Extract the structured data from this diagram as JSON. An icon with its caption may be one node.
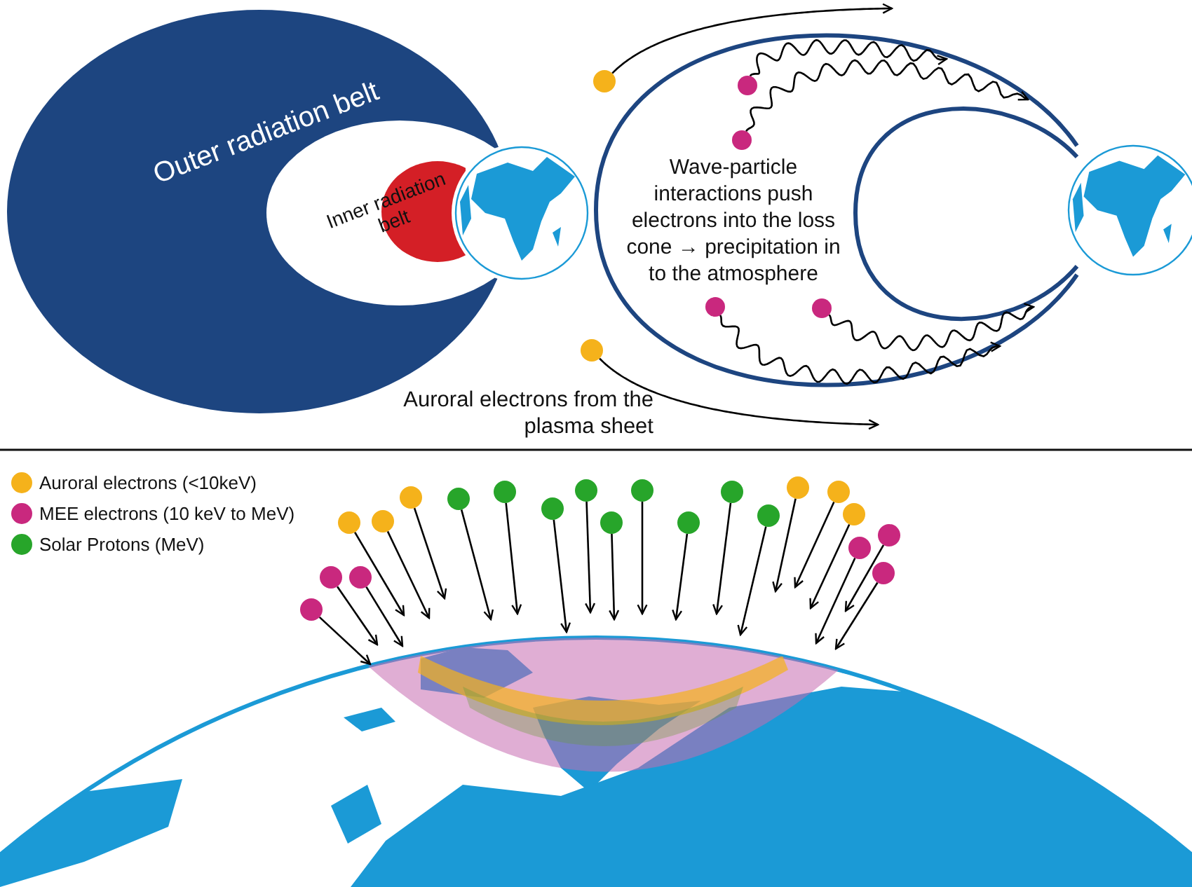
{
  "diagram": {
    "nodes": [
      {
        "text": [
          "Outer radiation belt"
        ]
      },
      {
        "text": [
          "Inner radiation belt"
        ],
        "in": 0
      },
      {
        "text": [],
        "shape": "circle"
      },
      {
        "text": [],
        "shape": "circle"
      },
      {
        "text": [],
        "shape": "circle"
      },
      {
        "text": [],
        "shape": "circle"
      },
      {
        "text": [],
        "shape": "circle"
      },
      {
        "text": [],
        "shape": "circle"
      },
      {
        "text": [],
        "shape": "circle"
      },
      {
        "text": [],
        "shape": "circle"
      },
      {
        "text": [],
        "shape": "circle"
      },
      {
        "text": [],
        "shape": "circle"
      },
      {
        "text": [],
        "shape": "circle"
      },
      {
        "text": [],
        "shape": "circle"
      },
      {
        "text": [],
        "shape": "circle"
      },
      {
        "text": [],
        "shape": "circle"
      },
      {
        "text": [],
        "shape": "circle"
      },
      {
        "text": [],
        "shape": "circle"
      },
      {
        "text": [],
        "shape": "circle"
      },
      {
        "text": [],
        "shape": "circle"
      },
      {
        "text": [],
        "shape": "circle"
      },
      {
        "text": [],
        "shape": "circle"
      },
      {
        "text": [],
        "shape": "circle"
      },
      {
        "text": [],
        "shape": "circle"
      },
      {
        "text": [],
        "shape": "circle"
      },
      {
        "text": [],
        "shape": "circle"
      },
      {
        "text": [],
        "shape": "circle"
      },
      {
        "text": [],
        "shape": "circle"
      },
      {
        "text": [],
        "shape": "circle"
      }
    ],
    "edges": [
      {
        "from": 2,
        "to": null,
        "arrow": "to"
      },
      {
        "from": 3,
        "to": null,
        "arrow": "to"
      },
      {
        "from": 4,
        "to": null,
        "arrow": "to"
      },
      {
        "from": 5,
        "to": null,
        "arrow": "to"
      },
      {
        "from": 6,
        "to": null,
        "arrow": "to"
      },
      {
        "from": 7,
        "to": null,
        "arrow": "to"
      },
      {
        "from": 8,
        "to": null,
        "arrow": "to"
      },
      {
        "from": 9,
        "to": null,
        "arrow": "to"
      },
      {
        "from": 10,
        "to": null,
        "arrow": "to"
      },
      {
        "from": 11,
        "to": null,
        "arrow": "to"
      },
      {
        "from": 12,
        "to": null,
        "arrow": "to"
      },
      {
        "from": 13,
        "to": null,
        "arrow": "to"
      },
      {
        "from": 14,
        "to": null,
        "arrow": "to"
      },
      {
        "from": 15,
        "to": null,
        "arrow": "to"
      },
      {
        "from": 16,
        "to": null,
        "arrow": "to"
      },
      {
        "from": 17,
        "to": null,
        "arrow": "to"
      },
      {
        "from": 18,
        "to": null,
        "arrow": "to"
      },
      {
        "from": 19,
        "to": null,
        "arrow": "to"
      },
      {
        "from": 20,
        "to": null,
        "arrow": "to"
      },
      {
        "from": 21,
        "to": null,
        "arrow": "to"
      },
      {
        "from": 22,
        "to": null,
        "arrow": "to"
      },
      {
        "from": 23,
        "to": null,
        "arrow": "to"
      },
      {
        "from": 24,
        "to": null,
        "arrow": "to"
      },
      {
        "from": 25,
        "to": null,
        "arrow": "to"
      },
      {
        "from": 26,
        "to": null,
        "arrow": "to"
      },
      {
        "from": 27,
        "to": null,
        "arrow": "to"
      },
      {
        "from": 28,
        "to": null,
        "arrow": "to"
      }
    ],
    "labels": [
      "Wave-particle interactions push electrons into the loss cone → precipitation in to the atmosphere",
      "Auroral electrons from the plasma sheet"
    ],
    "legend": [
      {
        "text": "Auroral electrons (<10keV)",
        "color": "#f5b21b"
      },
      {
        "text": "MEE electrons (10 keV to MeV)",
        "color": "#c9287e"
      },
      {
        "text": "Solar Protons (MeV)",
        "color": "#27a52a"
      }
    ]
  }
}
